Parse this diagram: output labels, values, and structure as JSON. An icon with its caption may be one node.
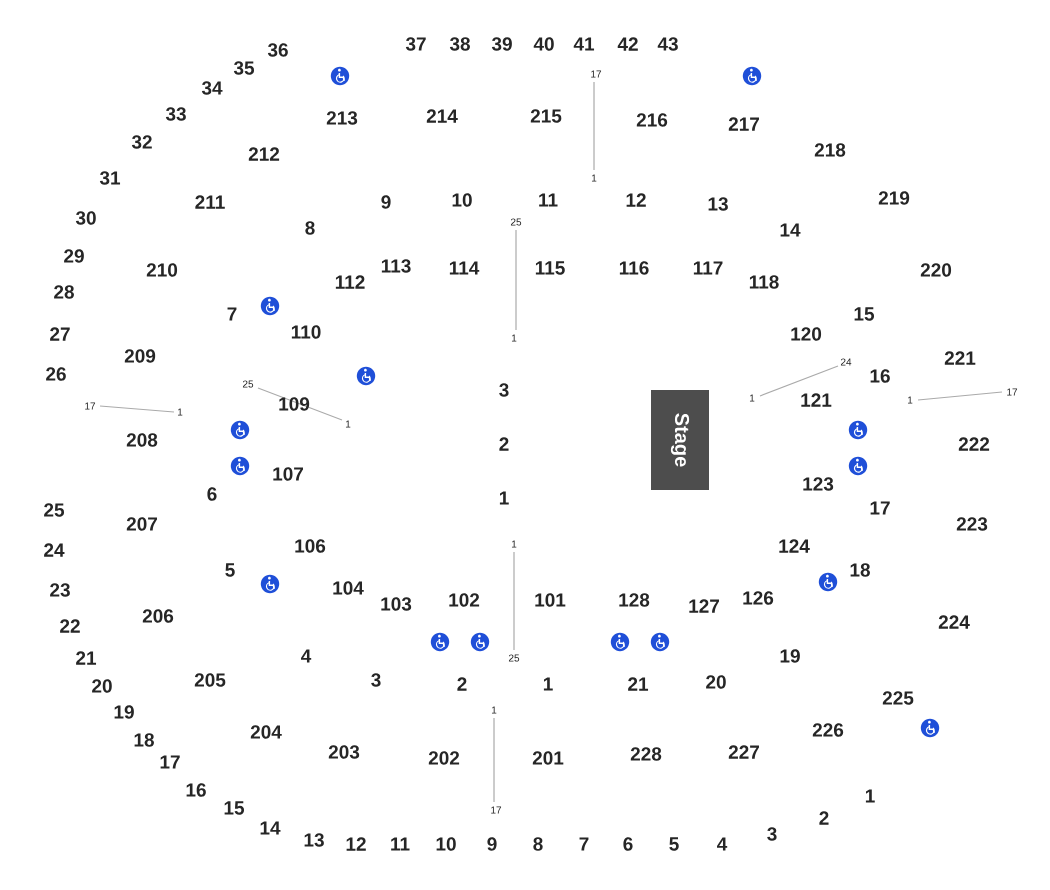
{
  "diagram": {
    "nodes": [
      {
        "text": [
          "Stage"
        ]
      }
    ],
    "labels": [
      "36",
      "37",
      "38",
      "39",
      "40",
      "41",
      "42",
      "43",
      "35",
      "34",
      "17",
      "33",
      "213",
      "214",
      "215",
      "216",
      "217",
      "32",
      "212",
      "218",
      "31",
      "1",
      "211",
      "9",
      "10",
      "11",
      "12",
      "13",
      "219",
      "30",
      "25",
      "8",
      "14",
      "29",
      "210",
      "113",
      "114",
      "115",
      "116",
      "117",
      "220",
      "112",
      "118",
      "28",
      "27",
      "7",
      "15",
      "110",
      "120",
      "1",
      "209",
      "221",
      "26",
      "24",
      "16",
      "3",
      "25",
      "109",
      "17",
      "1",
      "1",
      "121",
      "1",
      "17",
      "1",
      "208",
      "2",
      "222",
      "25",
      "207",
      "6",
      "107",
      "1",
      "123",
      "17",
      "223",
      "24",
      "106",
      "1",
      "124",
      "5",
      "18",
      "23",
      "104",
      "103",
      "102",
      "101",
      "128",
      "127",
      "126",
      "22",
      "206",
      "224",
      "21",
      "4",
      "25",
      "19",
      "20",
      "205",
      "3",
      "2",
      "1",
      "21",
      "20",
      "19",
      "1",
      "225",
      "18",
      "17",
      "204",
      "203",
      "202",
      "201",
      "228",
      "227",
      "226",
      "16",
      "15",
      "17",
      "2",
      "1",
      "14",
      "13",
      "12",
      "11",
      "10",
      "9",
      "8",
      "7",
      "6",
      "5",
      "4",
      "3"
    ]
  }
}
